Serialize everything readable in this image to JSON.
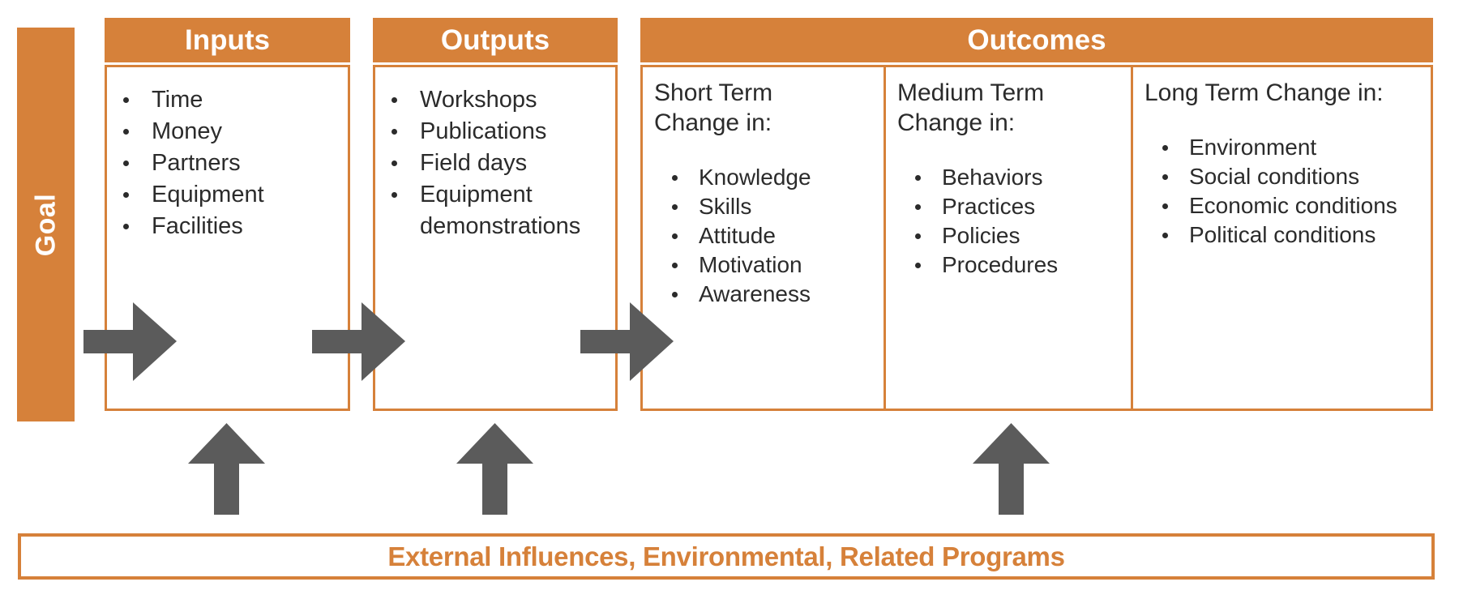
{
  "colors": {
    "orange": "#d6813a",
    "arrow_gray": "#5b5b5b",
    "text": "#2b2b2b",
    "background": "#ffffff"
  },
  "goal_label": "Goal",
  "inputs": {
    "title": "Inputs",
    "items": [
      "Time",
      "Money",
      "Partners",
      "Equipment",
      "Facilities"
    ]
  },
  "outputs": {
    "title": "Outputs",
    "items": [
      "Workshops",
      "Publications",
      "Field days",
      "Equipment demonstrations"
    ]
  },
  "outcomes": {
    "title": "Outcomes",
    "short": {
      "heading": "Short Term Change in:",
      "items": [
        "Knowledge",
        "Skills",
        "Attitude",
        "Motivation",
        "Awareness"
      ]
    },
    "medium": {
      "heading": "Medium Term Change in:",
      "items": [
        "Behaviors",
        "Practices",
        "Policies",
        "Procedures"
      ]
    },
    "long": {
      "heading": "Long Term Change in:",
      "items": [
        "Environment",
        "Social conditions",
        "Economic conditions",
        "Political conditions"
      ]
    }
  },
  "footer_label": "External Influences, Environmental, Related Programs"
}
